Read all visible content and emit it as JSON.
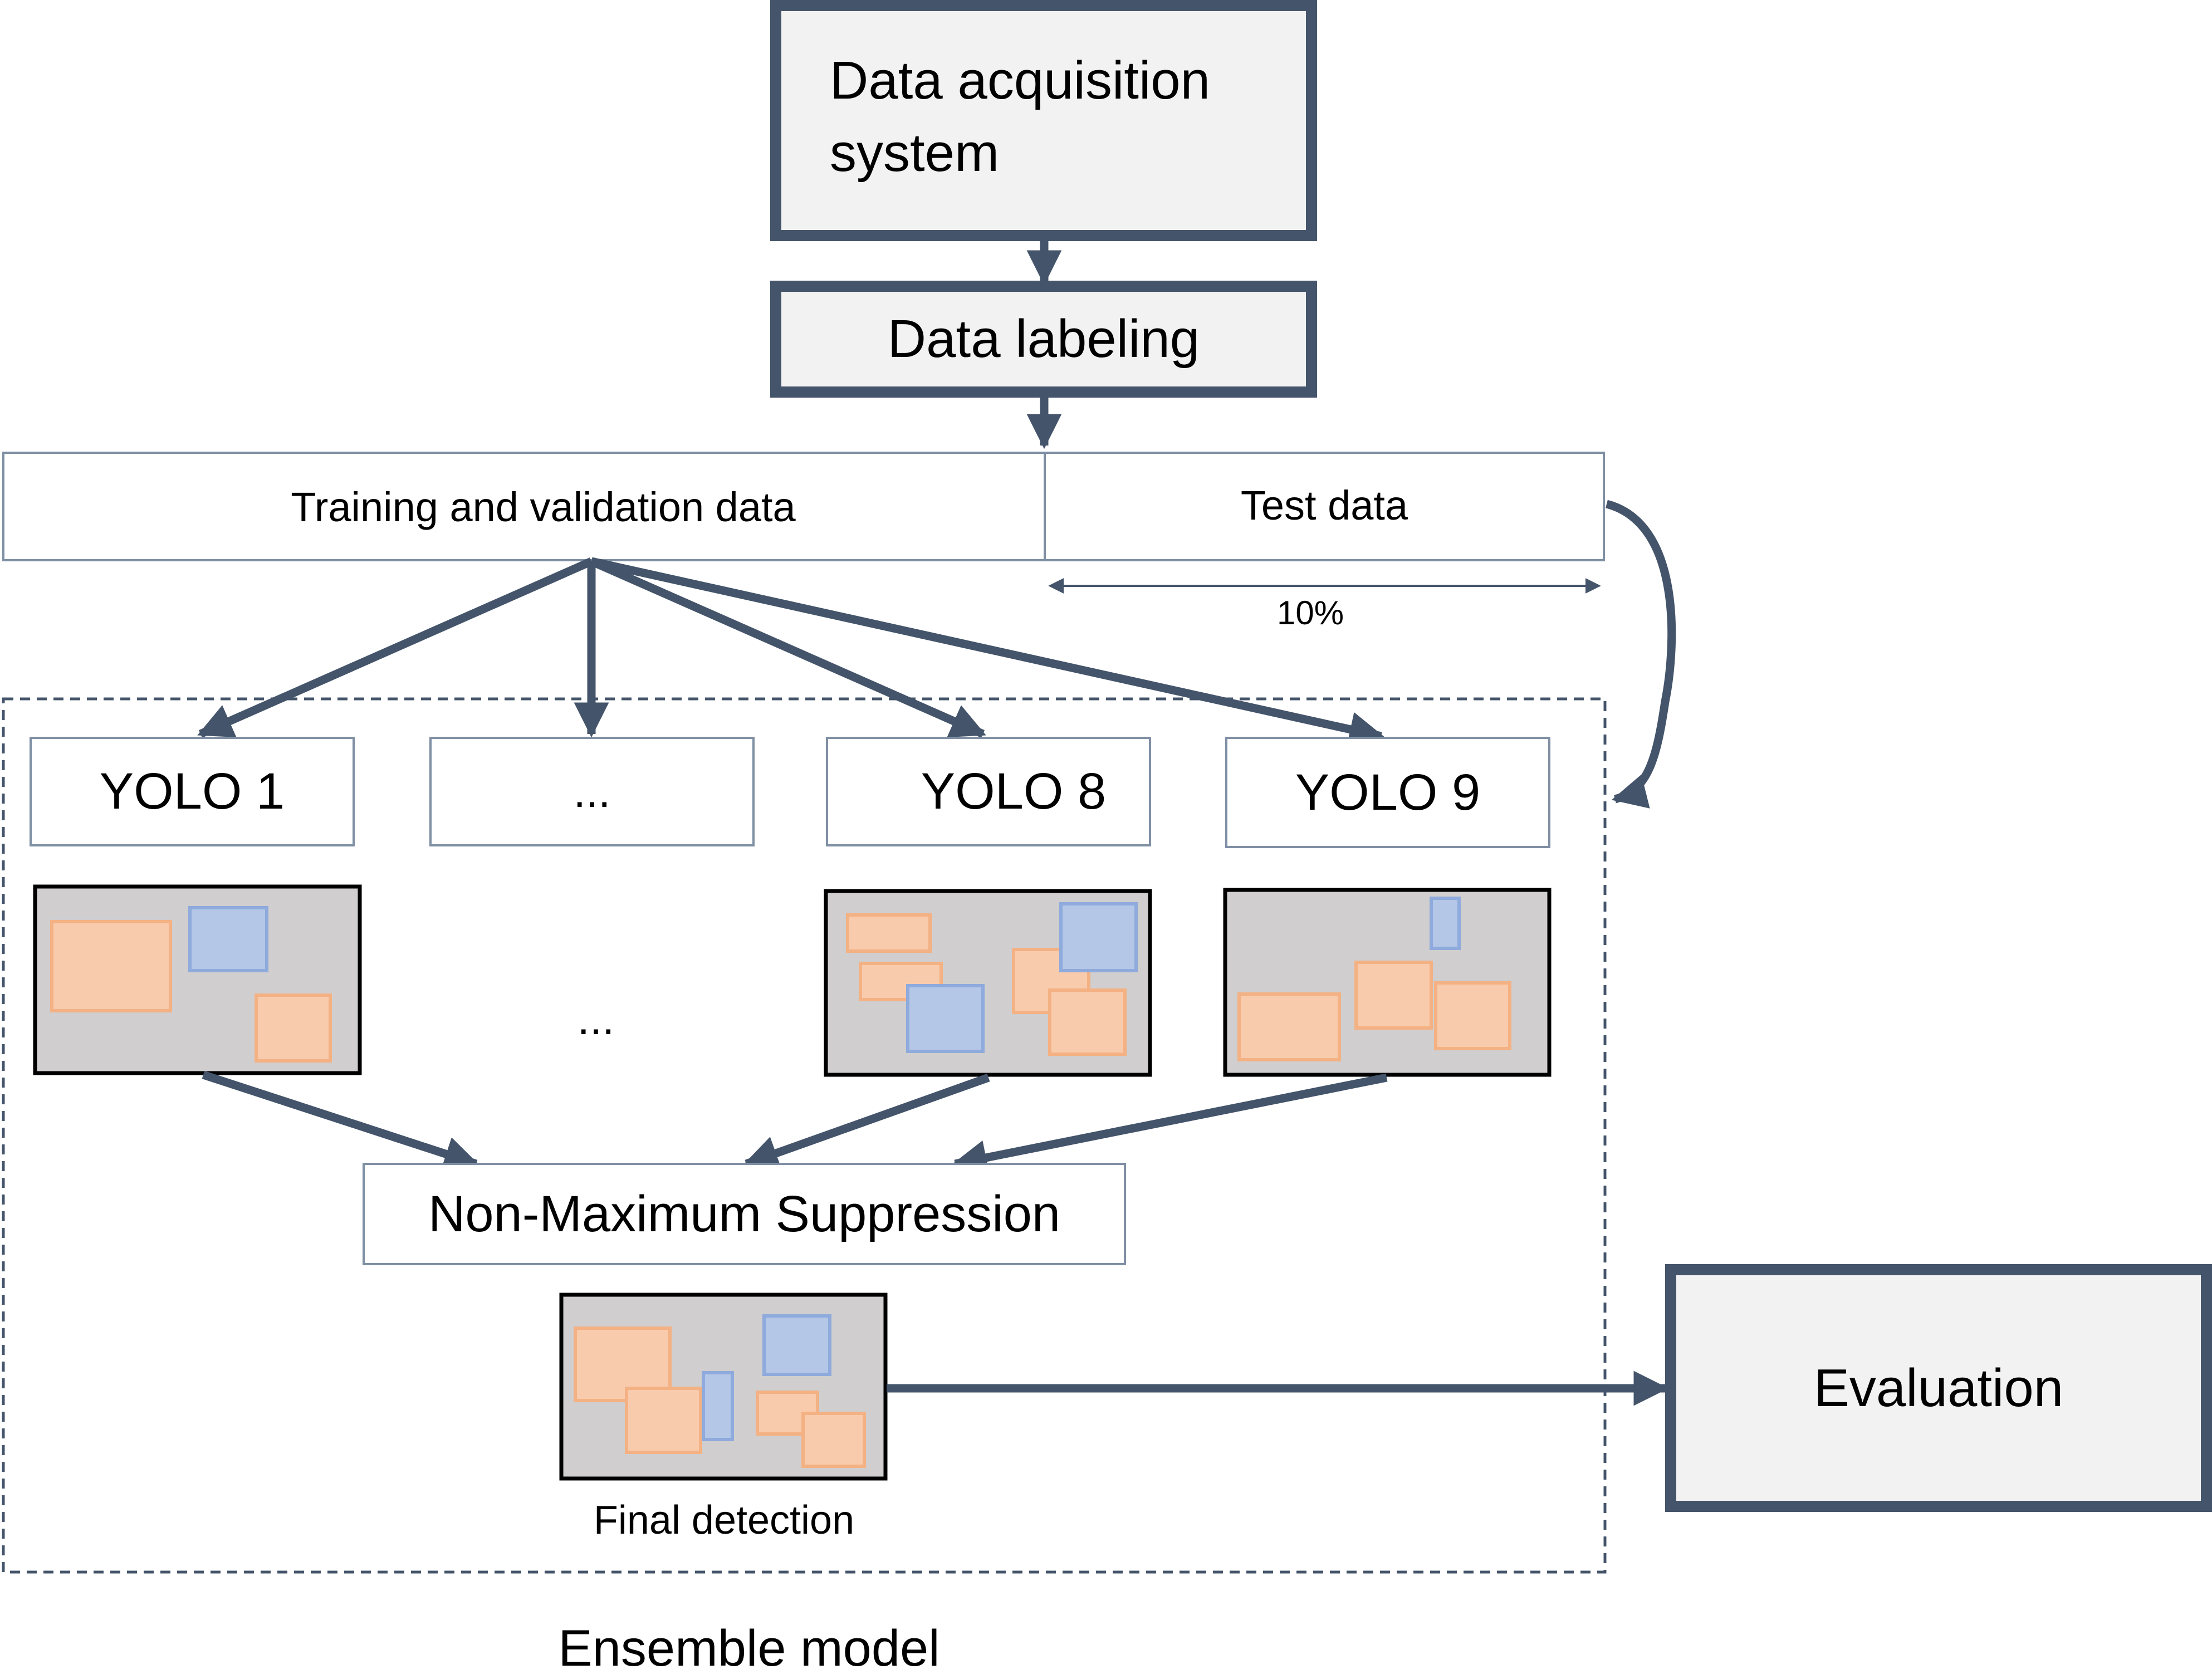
{
  "pipeline": {
    "acquisition": {
      "line1": "Data acquisition",
      "line2": "system"
    },
    "labeling": "Data labeling",
    "split": {
      "training": "Training and validation data",
      "test": "Test data",
      "test_share": "10%"
    }
  },
  "ensemble": {
    "label": "Ensemble model",
    "models": [
      "YOLO 1",
      "...",
      "YOLO 8",
      "YOLO 9"
    ],
    "detections_ellipsis": "...",
    "nms": "Non-Maximum Suppression",
    "final_detection": "Final detection"
  },
  "evaluation": "Evaluation",
  "colors": {
    "border": "#44546a",
    "box_fill": "#f2f2f2",
    "image_bg": "#d0cece",
    "orange_box_fill": "#f8cbad",
    "orange_box_stroke": "#f4b183",
    "blue_box_fill": "#b4c7e7",
    "blue_box_stroke": "#8faadc"
  }
}
